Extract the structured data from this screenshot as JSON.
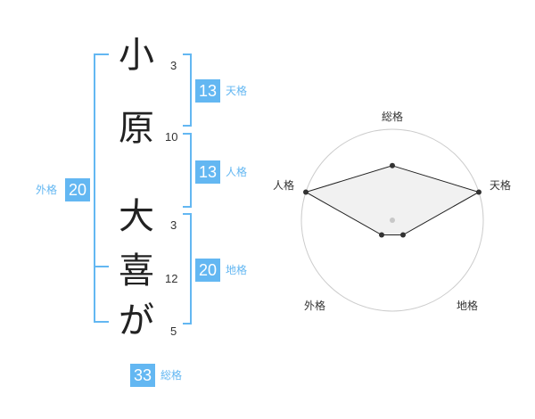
{
  "name": {
    "chars": [
      {
        "char": "小",
        "strokes": "3"
      },
      {
        "char": "原",
        "strokes": "10"
      },
      {
        "char": "大",
        "strokes": "3"
      },
      {
        "char": "喜",
        "strokes": "12"
      },
      {
        "char": "が",
        "strokes": "5"
      }
    ]
  },
  "fortune": {
    "tenkaku": {
      "value": "13",
      "label": "天格"
    },
    "jinkaku": {
      "value": "13",
      "label": "人格"
    },
    "chikaku": {
      "value": "20",
      "label": "地格"
    },
    "gaikaku": {
      "value": "20",
      "label": "外格"
    },
    "soukaku": {
      "value": "33",
      "label": "総格"
    }
  },
  "chart_data": {
    "type": "radar",
    "axes": [
      "総格",
      "天格",
      "地格",
      "外格",
      "人格"
    ],
    "values": [
      3,
      5,
      1,
      1,
      5
    ],
    "max": 5,
    "rings": 5,
    "colors": {
      "fill": "#eeeeee",
      "line": "#222222",
      "grid": "#cccccc",
      "point": "#333333"
    }
  },
  "colors": {
    "accent": "#63b7f2"
  }
}
